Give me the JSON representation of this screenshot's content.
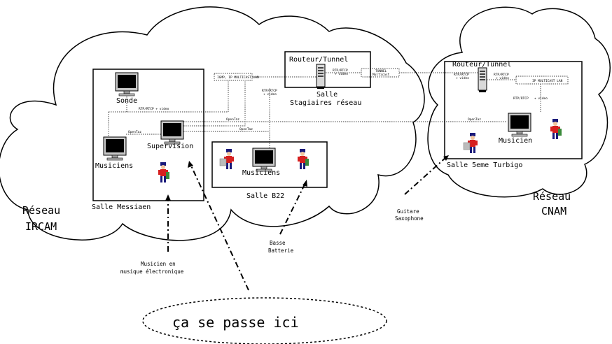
{
  "clouds": {
    "ircam": [
      "Réseau",
      "IRCAM"
    ],
    "cnam": [
      "Réseau",
      "CNAM"
    ]
  },
  "rooms": {
    "messiaen": "Salle Messiaen",
    "b22": "Salle B22",
    "stagiaires": [
      "Salle",
      "Stagiaires réseau"
    ],
    "turbigo": "Salle 5eme Turbigo"
  },
  "devices": {
    "sonde": "Sonde",
    "supervision": "Supervision",
    "musiciens_messiaen": "Musiciens",
    "musiciens_b22": "Musiciens",
    "musicien_cnam": "Musicien",
    "routeur_ircam": "Routeur/Tunnel",
    "routeur_cnam": "Routeur/Tunnel"
  },
  "links": {
    "igmp_ircam": "IGMP, IP MULTICAST LAN",
    "ip_multicast_cnam": "IP MULTICAST LAN",
    "tunnel": [
      "TUNNEL",
      "Multicast"
    ],
    "rtp_video_a": [
      "RTP/RTCP",
      "+ video"
    ],
    "rtp_video_b": [
      "RTP/RTCP",
      "+ video"
    ],
    "rtp_video_c": [
      "RTP/RTCP",
      "+ video"
    ],
    "rtp_video_d": [
      "RTP/RTCP",
      "+ video"
    ],
    "rtp_video_sonde": "RTP/RTCP + video",
    "rtp_video_b22": [
      "RTP/RTCP",
      "+ video"
    ],
    "opentaz_1": "OpenTaz",
    "opentaz_2": "OpenTaz",
    "opentaz_3": "OpenTaz"
  },
  "annotations": {
    "electro": [
      "Musicien en",
      "musique électronique"
    ],
    "basse": [
      "Basse",
      "Batterie"
    ],
    "guitare": [
      "Guitare",
      "Saxophone"
    ],
    "callout": "ça se passe ici"
  }
}
